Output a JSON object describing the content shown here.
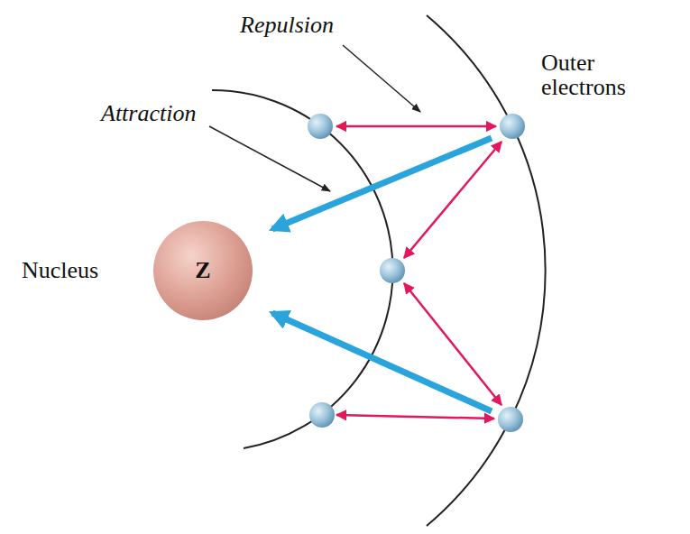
{
  "diagram": {
    "nodes": [
      {
        "text": [
          "Z"
        ]
      }
    ],
    "labels": [
      "Repulsion",
      "Attraction",
      "Outer electrons",
      "Nucleus"
    ]
  }
}
